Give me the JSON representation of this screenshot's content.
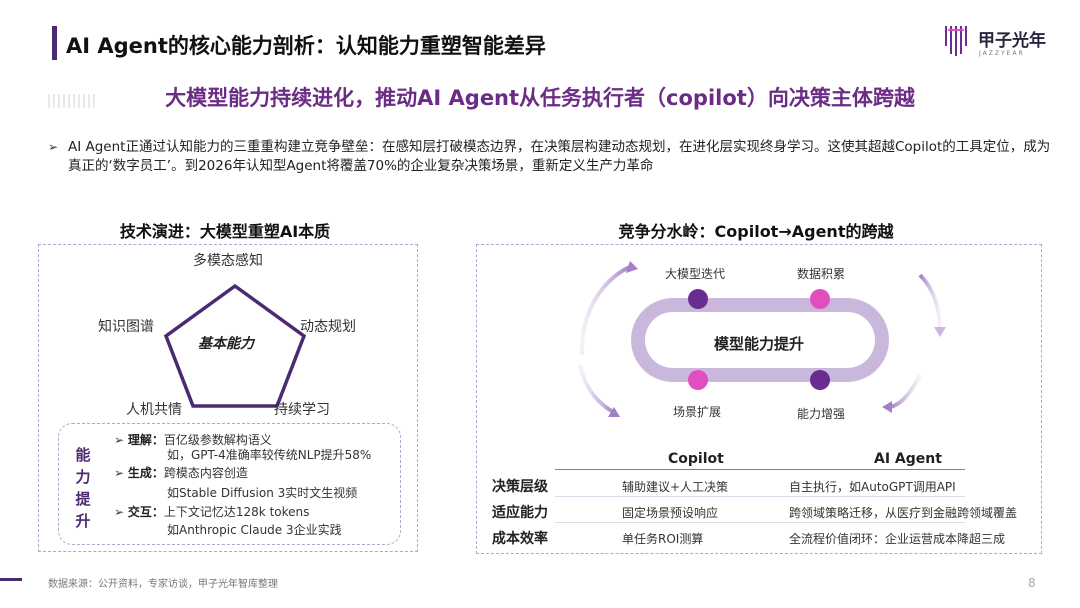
{
  "header": {
    "title": "AI Agent的核心能力剖析：认知能力重塑智能差异",
    "logo_text": "甲子光年",
    "logo_sub": "JAZZYEAR",
    "subtitle": "大模型能力持续进化，推动AI Agent从任务执行者（copilot）向决策主体跨越"
  },
  "intro": {
    "bullet": "➢",
    "text": "AI Agent正通过认知能力的三重重构建立竞争壁垒：在感知层打破模态边界，在决策层构建动态规划，在进化层实现终身学习。这使其超越Copilot的工具定位，成为真正的‘数字员工’。到2026年认知型Agent将覆盖70%的企业复杂决策场景，重新定义生产力革命"
  },
  "left": {
    "heading": "技术演进：大模型重塑AI本质",
    "core": "基本能力",
    "top": "多模态感知",
    "left": "知识图谱",
    "right": "动态规划",
    "bottom_left": "人机共情",
    "bottom_right": "持续学习",
    "vertical": [
      "能",
      "力",
      "提",
      "升"
    ],
    "bullets": [
      {
        "term": "理解：",
        "desc": "百亿级参数解构语义",
        "example": "如，GPT-4准确率较传统NLP提升58%"
      },
      {
        "term": "生成：",
        "desc": "跨模态内容创造",
        "example": "如Stable Diffusion 3实时文生视频"
      },
      {
        "term": "交互：",
        "desc": "上下文记忆达128k tokens",
        "example": "如Anthropic Claude 3企业实践"
      }
    ],
    "bullet_icon": "➢"
  },
  "right": {
    "heading": "竞争分水岭：Copilot→Agent的跨越",
    "center": "模型能力提升",
    "nodes": [
      "大模型迭代",
      "数据积累",
      "场景扩展",
      "能力增强"
    ],
    "node_colors": [
      "#6a2c91",
      "#e04ec0",
      "#e04ec0",
      "#6a2c91"
    ],
    "col_copilot": "Copilot",
    "col_agent": "AI Agent",
    "rows": [
      {
        "label": "决策层级",
        "copilot": "辅助建议+人工决策",
        "agent": "自主执行，如AutoGPT调用API"
      },
      {
        "label": "适应能力",
        "copilot": "固定场景预设响应",
        "agent": "跨领域策略迁移，从医疗到金融跨领域覆盖"
      },
      {
        "label": "成本效率",
        "copilot": "单任务ROI测算",
        "agent": "全流程价值闭环：企业运营成本降超三成"
      }
    ]
  },
  "footer": {
    "source": "数据来源：公开资料，专家访谈，甲子光年智库整理",
    "page": "8"
  },
  "colors": {
    "accent": "#4b2a73",
    "subtitle": "#6b2c86",
    "pink": "#e04ec0"
  }
}
